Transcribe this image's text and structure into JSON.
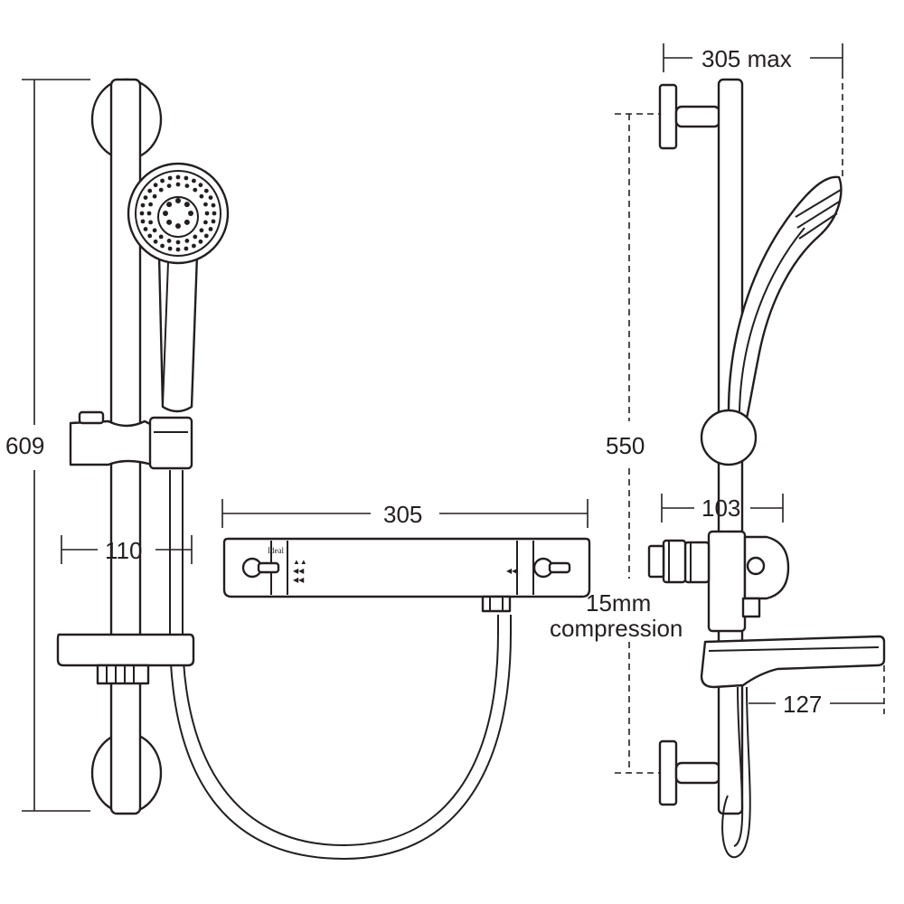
{
  "dimensions": {
    "rail_height": "609",
    "slider_bracket_width": "110",
    "valve_length": "305",
    "side_projection_max": "305 max",
    "wall_bracket_centres": "550",
    "valve_depth": "103",
    "outlet_depth": "127"
  },
  "annotations": {
    "inlet_line1": "15mm",
    "inlet_line2": "compression"
  },
  "colors": {
    "line": "#231f20",
    "background": "#ffffff"
  }
}
